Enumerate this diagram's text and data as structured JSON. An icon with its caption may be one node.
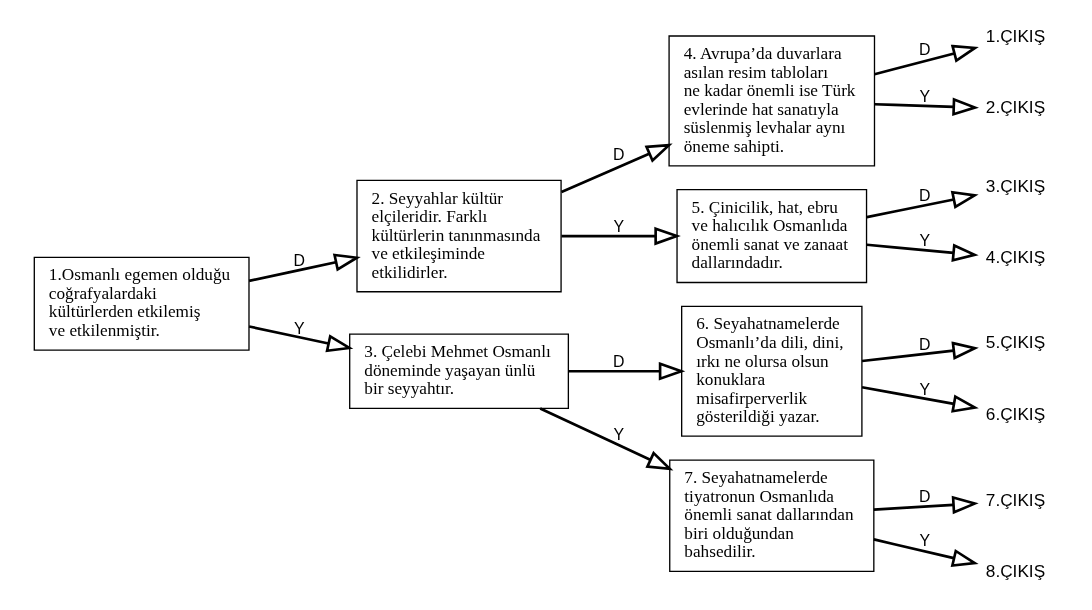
{
  "diagram": {
    "nodes": [
      {
        "text": [
          "1.Osmanlı egemen olduğu coğrafyalardaki kültürlerden etkilemiş ve etkilenmiştir."
        ]
      },
      {
        "text": [
          "2. Seyyahlar kültür elçileridir. Farklı kültürlerin tanınmasında ve etkileşiminde etkilidirler."
        ]
      },
      {
        "text": [
          "3. Çelebi Mehmet Osmanlı döneminde yaşayan ünlü bir seyyahtır."
        ]
      },
      {
        "text": [
          "4. Avrupa’da duvarlara asılan resim tabloları ne kadar önemli ise Türk evlerinde hat sanatıyla süslenmiş levhalar aynı öneme sahipti."
        ]
      },
      {
        "text": [
          "5. Çinicilik, hat, ebru ve halıcılık Osmanlıda önemli sanat ve zanaat dallarındadır."
        ]
      },
      {
        "text": [
          "6. Seyahatnamelerde Osmanlı’da dili, dini, ırkı ne olursa olsun konuklara misafirperverlik gösterildiği yazar."
        ]
      },
      {
        "text": [
          "7. Seyahatnamelerde tiyatronun Osmanlıda önemli sanat dallarından biri olduğundan bahsedilir."
        ]
      },
      {
        "text": [
          "1.ÇIKIŞ"
        ]
      },
      {
        "text": [
          "2.ÇIKIŞ"
        ]
      },
      {
        "text": [
          "3.ÇIKIŞ"
        ]
      },
      {
        "text": [
          "4.ÇIKIŞ"
        ]
      },
      {
        "text": [
          "5.ÇIKIŞ"
        ]
      },
      {
        "text": [
          "6.ÇIKIŞ"
        ]
      },
      {
        "text": [
          "7.ÇIKIŞ"
        ]
      },
      {
        "text": [
          "8.ÇIKIŞ"
        ]
      }
    ],
    "edges": [
      {
        "from": 0,
        "to": 1,
        "arrow": "to",
        "label": "D"
      },
      {
        "from": 0,
        "to": 2,
        "arrow": "to",
        "label": "Y"
      },
      {
        "from": 1,
        "to": 3,
        "arrow": "to",
        "label": "D"
      },
      {
        "from": 1,
        "to": 4,
        "arrow": "to",
        "label": "Y"
      },
      {
        "from": 2,
        "to": 5,
        "arrow": "to",
        "label": "D"
      },
      {
        "from": 2,
        "to": 6,
        "arrow": "to",
        "label": "Y"
      },
      {
        "from": 3,
        "to": 7,
        "arrow": "to",
        "label": "D"
      },
      {
        "from": 3,
        "to": 8,
        "arrow": "to",
        "label": "Y"
      },
      {
        "from": 4,
        "to": 9,
        "arrow": "to",
        "label": "D"
      },
      {
        "from": 4,
        "to": 10,
        "arrow": "to",
        "label": "Y"
      },
      {
        "from": 5,
        "to": 11,
        "arrow": "to",
        "label": "D"
      },
      {
        "from": 5,
        "to": 12,
        "arrow": "to",
        "label": "Y"
      },
      {
        "from": 6,
        "to": 13,
        "arrow": "to",
        "label": "D"
      },
      {
        "from": 6,
        "to": 14,
        "arrow": "to",
        "label": "Y"
      }
    ]
  }
}
